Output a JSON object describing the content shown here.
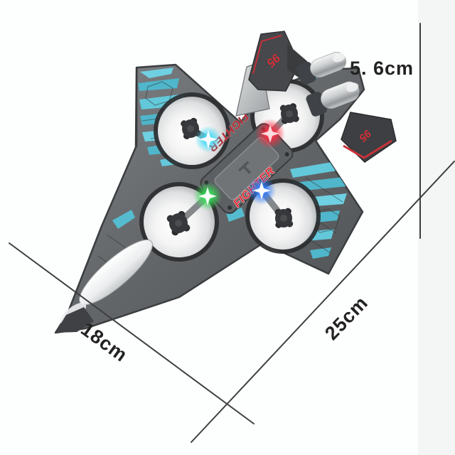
{
  "annotations": {
    "height_label": "5. 6cm",
    "length_label": "25cm",
    "width_label": "18cm",
    "line_color": "#3f3f3f"
  },
  "plane": {
    "fuselage_text_left": "FIGHTER",
    "fuselage_text_right": "FIGHTER",
    "tail_fin_marking": "95",
    "stabilator_marking": "95",
    "led_colors": {
      "left_rotor": "#3cd9f6",
      "rear_rotor": "#ff2c42",
      "front_rotor": "#37e457",
      "right_rotor": "#2f7dff"
    },
    "colors": {
      "body_gray": "#66696c",
      "camo_cyan": "#5fc6da",
      "marking_red": "#d2333a",
      "duct_white": "#f4f5f5",
      "chrome": "#c9cccd"
    }
  }
}
